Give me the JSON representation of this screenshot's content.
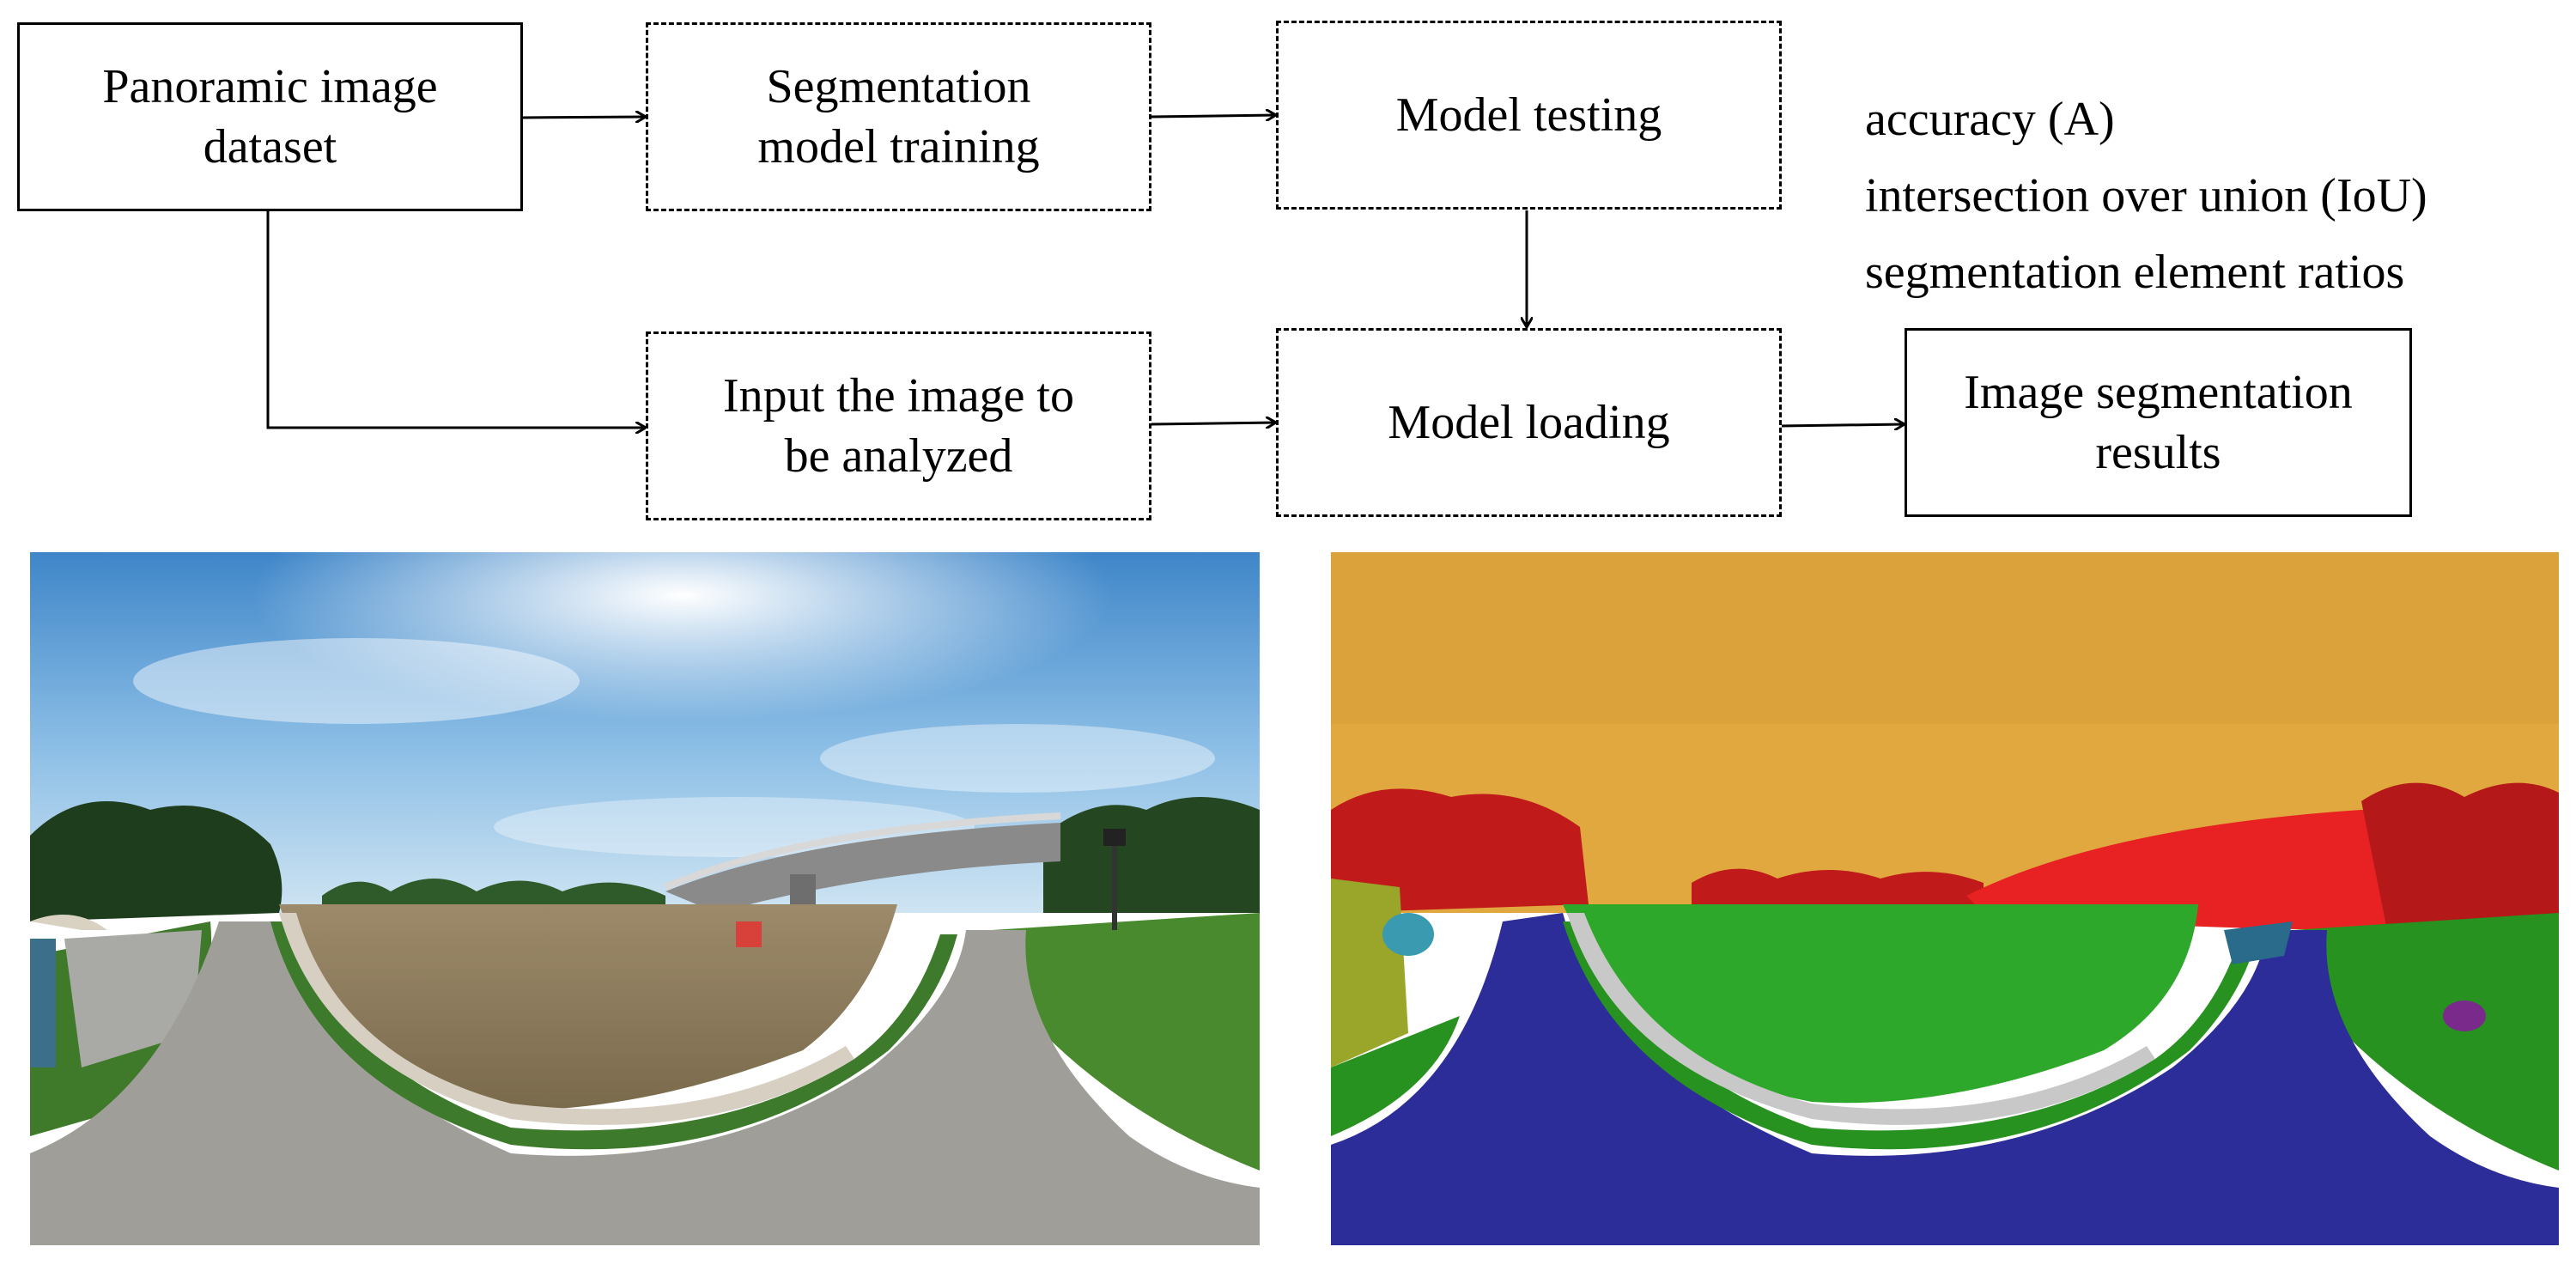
{
  "flowchart": {
    "nodes": {
      "dataset": "Panoramic image\ndataset",
      "training": "Segmentation\nmodel training",
      "testing": "Model testing",
      "input": "Input the image to\nbe analyzed",
      "loading": "Model loading",
      "results": "Image segmentation\nresults"
    },
    "metrics": [
      "accuracy (A)",
      "intersection over union (IoU)",
      "segmentation element ratios"
    ]
  },
  "images": {
    "original": {
      "kind": "panoramic-photo"
    },
    "segmented": {
      "kind": "segmentation-mask",
      "colors": {
        "sky": "#e0a83e",
        "tree": "#c01a1a",
        "bridge": "#e82222",
        "water": "#2ea82a",
        "road": "#2d2d9a",
        "railing": "#c8c8c8",
        "grass": "#27921f",
        "misc": "#9aa62a"
      }
    }
  }
}
